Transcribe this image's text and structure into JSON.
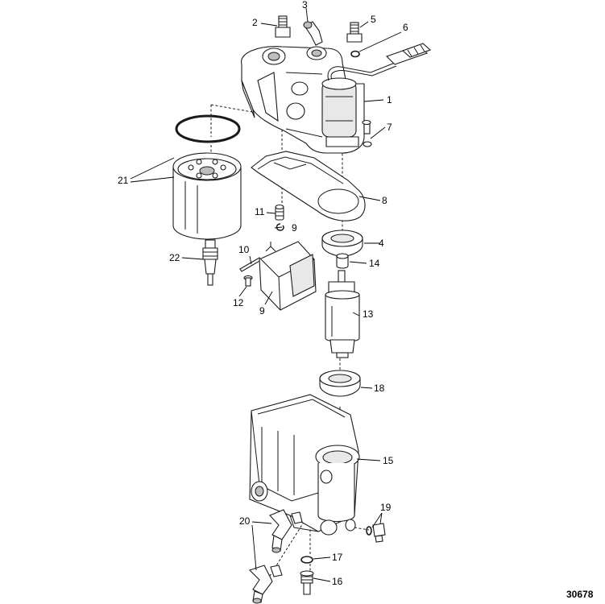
{
  "figure_number": "30678",
  "callouts": [
    {
      "id": "c1",
      "text": "1"
    },
    {
      "id": "c2",
      "text": "2"
    },
    {
      "id": "c3",
      "text": "3"
    },
    {
      "id": "c4",
      "text": "4"
    },
    {
      "id": "c5",
      "text": "5"
    },
    {
      "id": "c6",
      "text": "6"
    },
    {
      "id": "c7",
      "text": "7"
    },
    {
      "id": "c8",
      "text": "8"
    },
    {
      "id": "c9a",
      "text": "9"
    },
    {
      "id": "c9b",
      "text": "9"
    },
    {
      "id": "c10",
      "text": "10"
    },
    {
      "id": "c11",
      "text": "11"
    },
    {
      "id": "c12",
      "text": "12"
    },
    {
      "id": "c13",
      "text": "13"
    },
    {
      "id": "c14",
      "text": "14"
    },
    {
      "id": "c15",
      "text": "15"
    },
    {
      "id": "c16",
      "text": "16"
    },
    {
      "id": "c17",
      "text": "17"
    },
    {
      "id": "c18",
      "text": "18"
    },
    {
      "id": "c19",
      "text": "19"
    },
    {
      "id": "c20",
      "text": "20"
    },
    {
      "id": "c21",
      "text": "21"
    },
    {
      "id": "c22",
      "text": "22"
    }
  ]
}
